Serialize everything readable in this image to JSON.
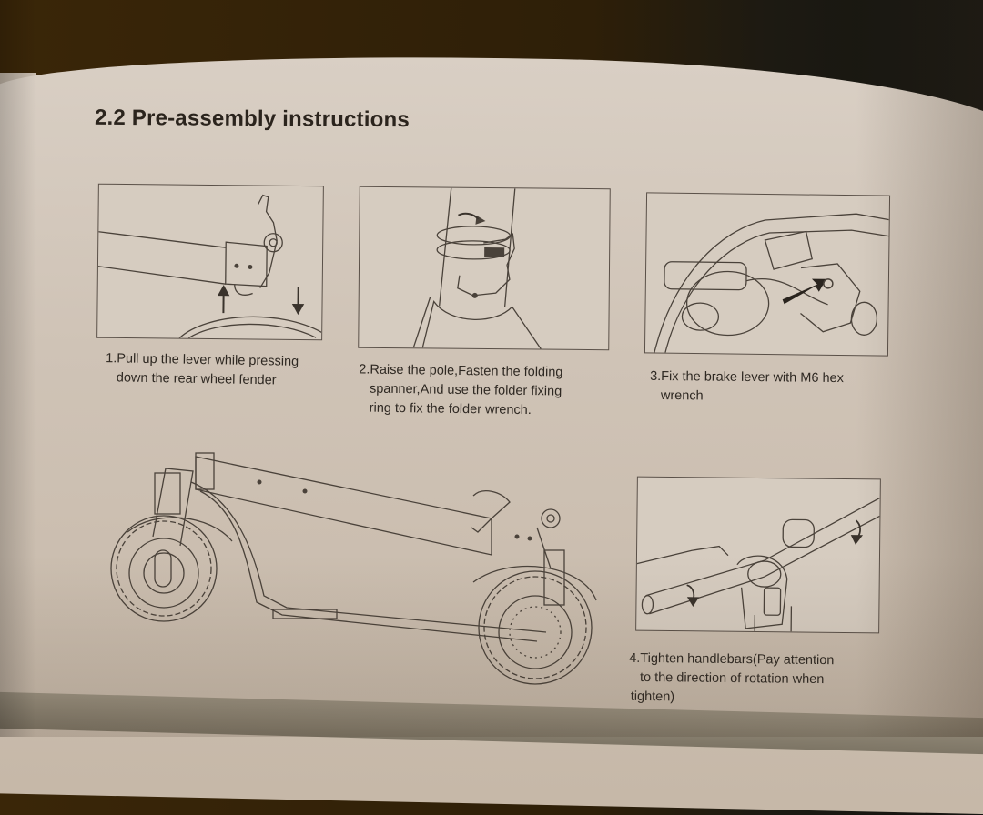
{
  "document": {
    "section_heading": "2.2 Pre-assembly instructions",
    "steps": [
      {
        "number": "1.",
        "lines": [
          "1.Pull up the lever while pressing",
          "down the rear wheel fender"
        ],
        "illustration": "folding-lever-fender-diagram"
      },
      {
        "number": "2.",
        "lines": [
          "2.Raise the pole,Fasten the folding",
          "spanner,And use the folder fixing",
          "ring to fix the folder wrench."
        ],
        "illustration": "folding-spanner-ring-diagram"
      },
      {
        "number": "3.",
        "lines": [
          "3.Fix the brake lever with M6 hex",
          "wrench"
        ],
        "illustration": "brake-lever-hex-diagram"
      },
      {
        "number": "4.",
        "lines": [
          "4.Tighten handlebars(Pay attention",
          "to the direction of rotation when",
          "tighten)"
        ],
        "illustration": "handlebar-tighten-diagram"
      }
    ],
    "main_illustration": "folded-scooter-side-view"
  },
  "colors": {
    "paper": "#d3c8bb",
    "ink": "#2e2822",
    "line_art": "#4a423a",
    "background_wood": "#3a2608"
  }
}
